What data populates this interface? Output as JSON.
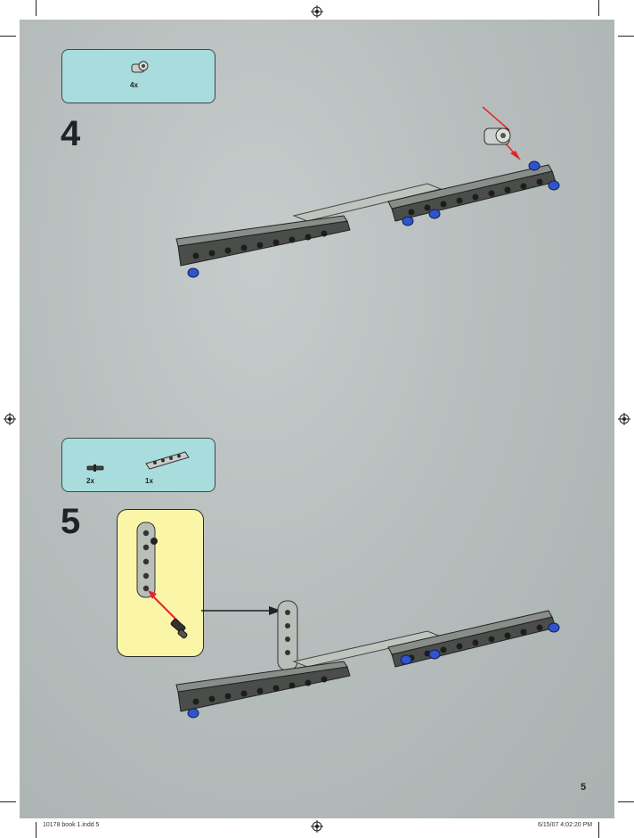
{
  "page_number": "5",
  "steps": [
    {
      "number": "4",
      "parts": [
        {
          "qty": "4x",
          "name": "axle-pin-connector-icon"
        }
      ]
    },
    {
      "number": "5",
      "parts": [
        {
          "qty": "2x",
          "name": "axle-pin-icon"
        },
        {
          "qty": "1x",
          "name": "technic-beam-icon"
        }
      ]
    }
  ],
  "footer": {
    "file": "10178 book 1.indd   5",
    "timestamp": "6/15/07   4:02:20 PM"
  },
  "colors": {
    "beam_dark": "#4a4d4a",
    "beam_light": "#b8bdb8",
    "pin_blue": "#2f55c8",
    "arrow_red": "#e3262b",
    "callout_bg": "#a8dcdd",
    "zoom_bg": "#fbf5a8"
  }
}
